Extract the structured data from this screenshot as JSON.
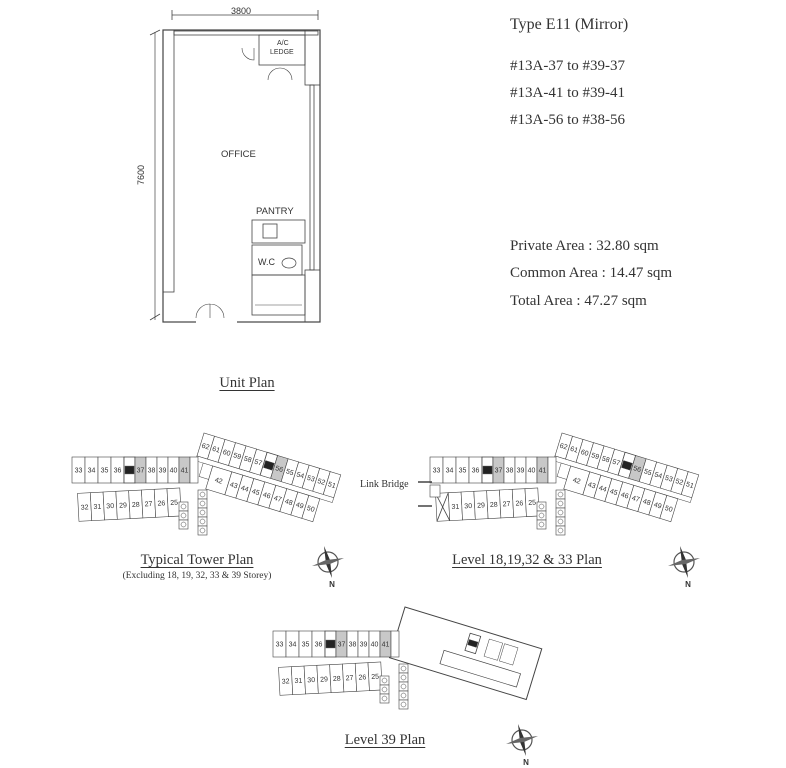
{
  "unit_plan": {
    "width_dim": "3800",
    "height_dim": "7600",
    "rooms": {
      "ac_ledge_1": "A/C",
      "ac_ledge_2": "LEDGE",
      "office": "OFFICE",
      "pantry": "PANTRY",
      "wc": "W.C"
    },
    "caption": "Unit Plan"
  },
  "unit_info": {
    "type": "Type E11 (Mirror)",
    "ranges": [
      "#13A-37 to #39-37",
      "#13A-41 to #39-41",
      "#13A-56 to #38-56"
    ],
    "private_area": "Private Area : 32.80 sqm",
    "common_area": "Common Area : 14.47 sqm",
    "total_area": "Total Area : 47.27 sqm"
  },
  "plans": {
    "typical": {
      "caption": "Typical Tower Plan",
      "subcaption": "(Excluding 18, 19, 32, 33 & 39 Storey)",
      "left_upper": [
        "33",
        "34",
        "35",
        "36",
        "37",
        "38",
        "39",
        "40",
        "41"
      ],
      "left_lower": [
        "32",
        "31",
        "30",
        "29",
        "28",
        "27",
        "26",
        "25"
      ],
      "right_upper": [
        "62",
        "61",
        "60",
        "59",
        "58",
        "57",
        "56",
        "55",
        "54",
        "53",
        "52",
        "51"
      ],
      "right_lower": [
        "42",
        "43",
        "44",
        "45",
        "46",
        "47",
        "48",
        "49",
        "50"
      ]
    },
    "level18": {
      "caption": "Level 18,19,32 & 33 Plan",
      "link_bridge": "Link Bridge",
      "left_upper": [
        "33",
        "34",
        "35",
        "36",
        "37",
        "38",
        "39",
        "40",
        "41"
      ],
      "left_lower": [
        "31",
        "30",
        "29",
        "28",
        "27",
        "26",
        "25"
      ],
      "right_upper": [
        "62",
        "61",
        "60",
        "59",
        "58",
        "57",
        "56",
        "55",
        "54",
        "53",
        "52",
        "51"
      ],
      "right_lower": [
        "42",
        "43",
        "44",
        "45",
        "46",
        "47",
        "48",
        "49",
        "50"
      ]
    },
    "level39": {
      "caption": "Level 39 Plan",
      "left_upper": [
        "33",
        "34",
        "35",
        "36",
        "37",
        "38",
        "39",
        "40",
        "41"
      ],
      "left_lower": [
        "32",
        "31",
        "30",
        "29",
        "28",
        "27",
        "26",
        "25"
      ]
    },
    "highlighted_units": [
      "37",
      "41",
      "56"
    ],
    "compass_label": "N"
  },
  "colors": {
    "line": "#444444",
    "highlight": "#c8c8c8",
    "core": "#222222"
  }
}
